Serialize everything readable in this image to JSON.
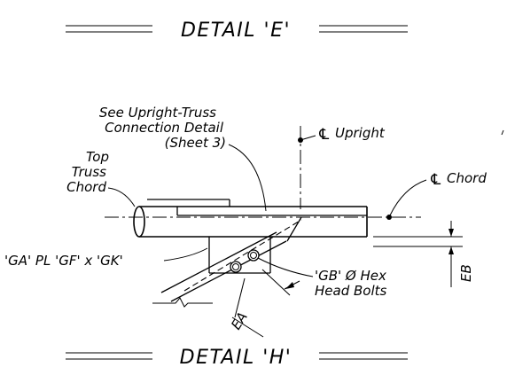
{
  "titles": {
    "top": "DETAIL 'E'",
    "bottom": "DETAIL 'H'"
  },
  "callouts": {
    "see_line1": "See Upright-Truss",
    "see_line2": "Connection Detail",
    "see_line3": "(Sheet 3)",
    "top_line1": "Top",
    "top_line2": "Truss",
    "top_line3": "Chord",
    "cl_upright": "Upright",
    "cl_chord": "Chord",
    "plate": "'GA' PL 'GF' x 'GK'",
    "bolts_line1": "'GB' Ø Hex",
    "bolts_line2": "Head Bolts",
    "dim_eb": "EB",
    "dim_ea": "EA"
  },
  "symbols": {
    "centerline": "℄"
  }
}
